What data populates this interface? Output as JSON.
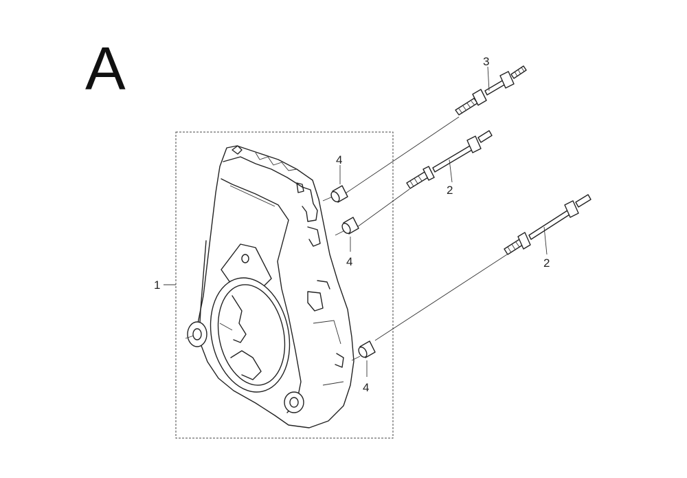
{
  "diagram": {
    "section_letter": "A",
    "callouts": [
      {
        "id": "cover",
        "text": "1"
      },
      {
        "id": "bolt-top",
        "text": "2"
      },
      {
        "id": "bolt-bottom",
        "text": "2"
      },
      {
        "id": "stud",
        "text": "3"
      },
      {
        "id": "collar-top",
        "text": "4"
      },
      {
        "id": "collar-mid",
        "text": "4"
      },
      {
        "id": "collar-bottom",
        "text": "4"
      }
    ]
  }
}
